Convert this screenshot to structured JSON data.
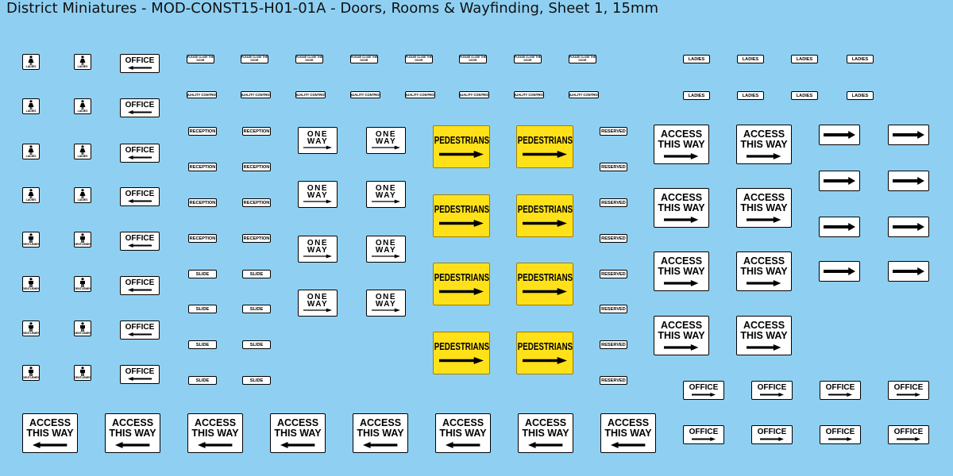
{
  "title": "District Miniatures - MOD-CONST15-H01-01A - Doors, Rooms & Wayfinding, Sheet 1, 15mm",
  "labels": {
    "ladies_small": "LADIES",
    "gentlemen_small": "GENTLEMEN",
    "office": "OFFICE",
    "please_close": "PLEASE CLOSE THE DOOR",
    "quality_control": "QUALITY CONTROL",
    "ladies": "LADIES",
    "reception": "RECEPTION",
    "slide": "SLIDE",
    "reserved": "RESERVED",
    "one_way": "ONE WAY",
    "pedestrians": "PEDESTRIANS",
    "access": "ACCESS THIS WAY"
  },
  "colors": {
    "background": "#8fd0f2",
    "sign_white": "#ffffff",
    "pedestrians_yellow": "#ffe11a",
    "ink": "#000000"
  },
  "icons": {
    "ladies": "woman-figure-icon",
    "gentlemen": "man-figure-icon",
    "arrow_left": "arrow-left-icon",
    "arrow_right": "arrow-right-icon"
  }
}
